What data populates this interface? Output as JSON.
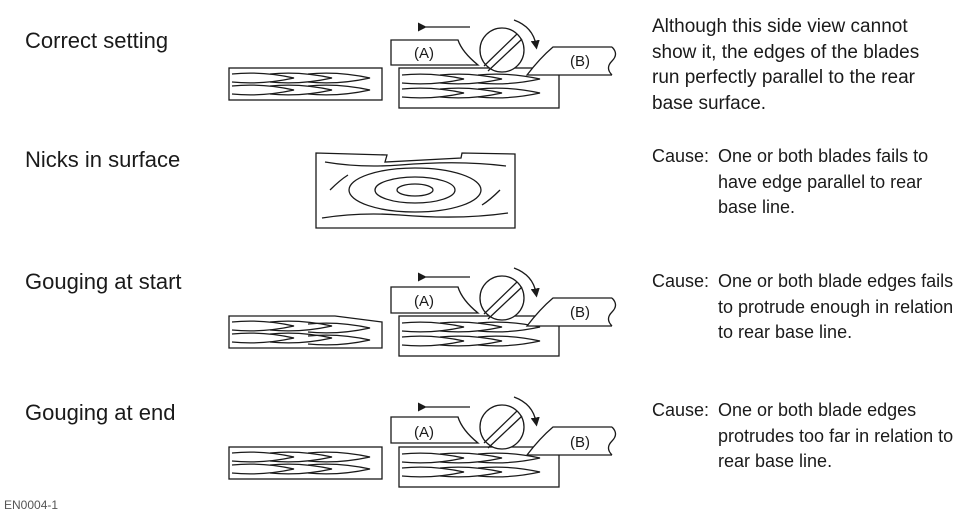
{
  "rows": [
    {
      "title": "Correct setting",
      "description": [
        "Although this side view cannot",
        "show it, the edges of the blades",
        "run perfectly parallel to the rear",
        "base surface."
      ]
    },
    {
      "title": "Nicks in surface",
      "cause_label": "Cause:",
      "cause": "One or both blades fails to have edge parallel to rear base line."
    },
    {
      "title": "Gouging at start",
      "cause_label": "Cause:",
      "cause": "One or both blade edges fails to protrude enough in relation to rear base line."
    },
    {
      "title": "Gouging at end",
      "cause_label": "Cause:",
      "cause": "One or both blade edges protrudes too far in relation to rear base line."
    }
  ],
  "diagram_labels": {
    "front_base": "(A)",
    "rear_base": "(B)"
  },
  "figure_code": "EN0004-1"
}
